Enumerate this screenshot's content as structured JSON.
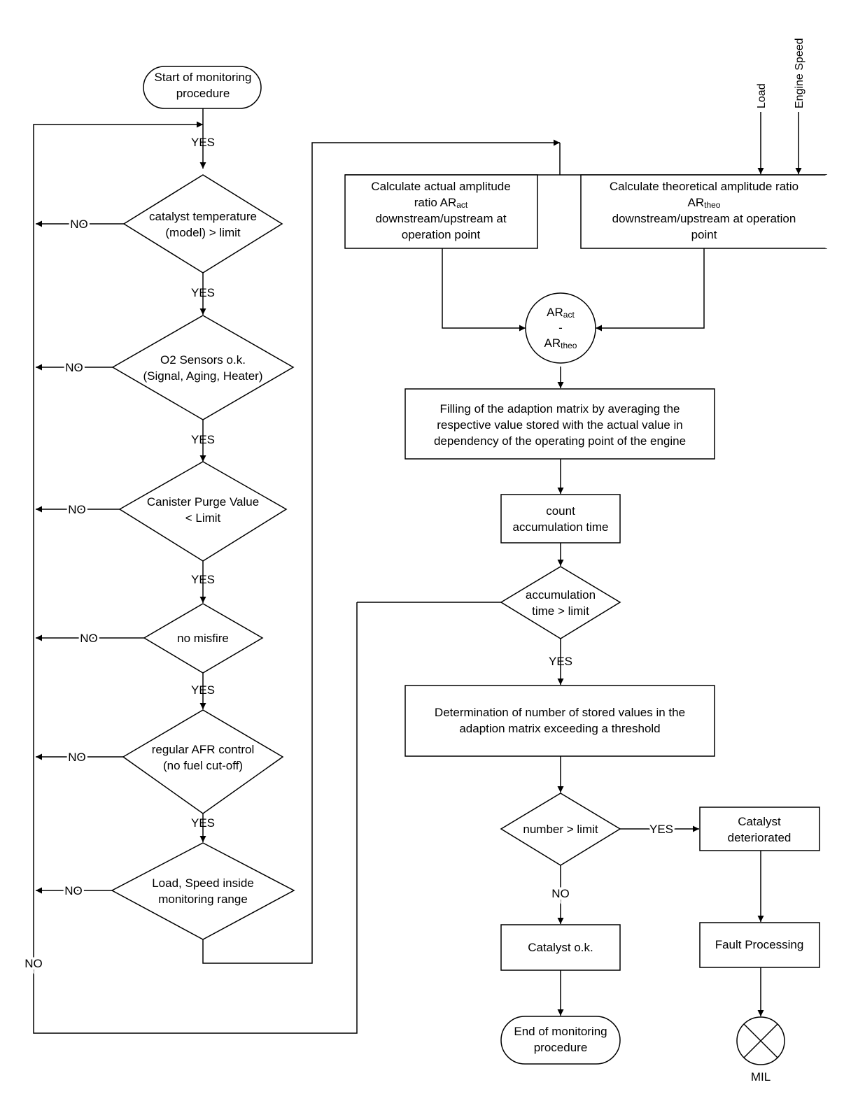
{
  "start": [
    "Start of monitoring",
    "procedure"
  ],
  "yes": "YES",
  "no": "NO",
  "conditions": [
    [
      "catalyst temperature",
      "(model) > limit"
    ],
    [
      "O2 Sensors o.k.",
      "(Signal, Aging, Heater)"
    ],
    [
      "Canister Purge Value",
      "< Limit"
    ],
    [
      "no misfire"
    ],
    [
      "regular AFR control",
      "(no fuel cut-off)"
    ],
    [
      "Load, Speed inside",
      "monitoring range"
    ]
  ],
  "inputs": {
    "load": "Load",
    "engine_speed": "Engine Speed"
  },
  "calc_actual": {
    "line1": "Calculate actual amplitude",
    "line2_pre": "ratio AR",
    "line2_sub": "act",
    "line3": "downstream/upstream at",
    "line4": "operation point"
  },
  "calc_theo": {
    "line1": "Calculate theoretical amplitude ratio",
    "line2_pre": "AR",
    "line2_sub": "theo",
    "line3": "downstream/upstream at operation",
    "line4": "point"
  },
  "difference": {
    "top": "AR",
    "top_sub": "act",
    "minus": "-",
    "bottom": "AR",
    "bottom_sub": "theo"
  },
  "filling": [
    "Filling of the adaption matrix by averaging the",
    "respective value stored with the actual value in",
    "dependency of the operating point of the engine"
  ],
  "count": [
    "count",
    "accumulation time"
  ],
  "accumulation_check": [
    "accumulation",
    "time > limit"
  ],
  "determination": [
    "Determination of number of stored values in the",
    "adaption matrix exceeding a threshold"
  ],
  "number_check": "number > limit",
  "catalyst_deteriorated": [
    "Catalyst",
    "deteriorated"
  ],
  "fault_processing": "Fault Processing",
  "mil": "MIL",
  "catalyst_ok": "Catalyst o.k.",
  "end": [
    "End of monitoring",
    "procedure"
  ]
}
